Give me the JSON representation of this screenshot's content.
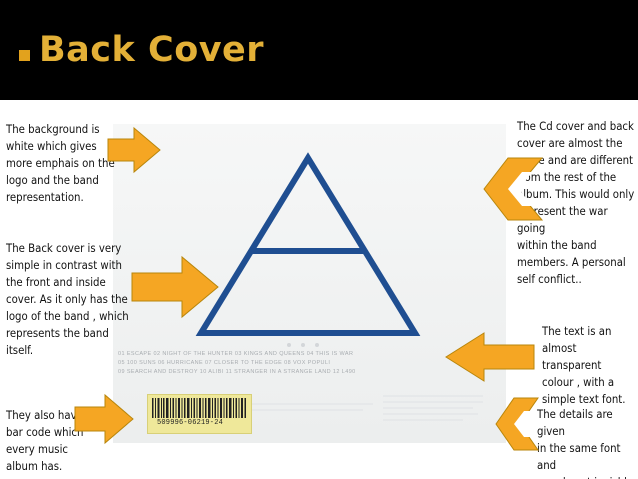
{
  "slide": {
    "title": "Back Cover",
    "accent_color": "#e2a21d",
    "arrow_color": "#f5a623"
  },
  "notes": {
    "background": "The background is\nwhite which gives\nmore emphais on the\nlogo and the band\nrepresentation.",
    "simple": "The Back cover is very\nsimple in contrast with\nthe front and inside\ncover. As it only has the\nlogo of the band , which\nrepresents the band\nitself.",
    "barcode": "They also have a\nbar code which\nevery music\nalbum has.",
    "cd_cover": "The Cd cover and back\ncover are almost the\nsame and are different\nfrom the rest of the\nalbum.  This would only\nrepresent the war going\nwithin  the band\nmembers. A personal\nself conflict..",
    "text_font": "The text is an\nalmost transparent\ncolour , with a\nsimple text font.",
    "details": "The details are given\nin the same font and\nare almost invisble."
  },
  "cover": {
    "tracks_line1": "01 ESCAPE  02 NIGHT OF THE HUNTER  03 KINGS AND QUEENS  04 THIS IS WAR",
    "tracks_line2": "05 100 SUNS  06 HURRICANE  07 CLOSER TO THE EDGE  08 VOX POPULI",
    "tracks_line3": "09 SEARCH AND DESTROY  10 ALIBI  11 STRANGER IN A STRANGE LAND  12 L490",
    "barcode_number": "509996-06219-24",
    "logo_color": "#1f4e91"
  }
}
